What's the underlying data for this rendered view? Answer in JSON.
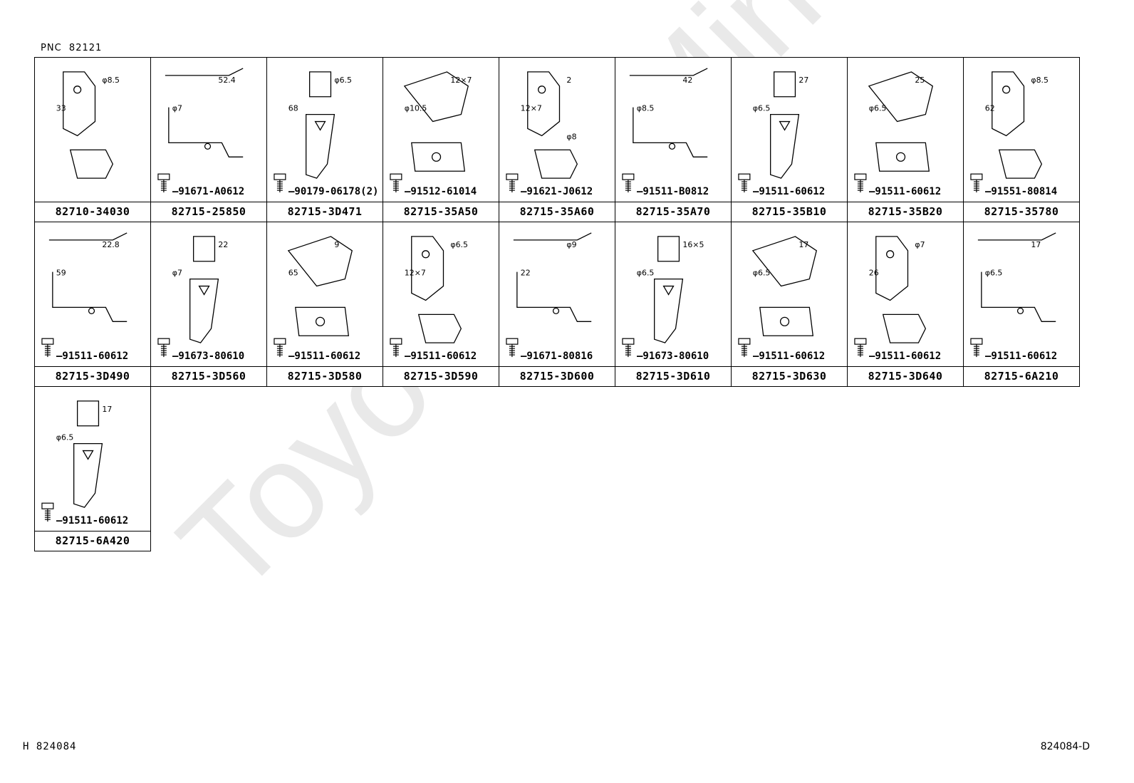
{
  "header": {
    "pnc_label": "PNC",
    "pnc_value": "82121"
  },
  "watermark": "ToyotaCarMine.ru",
  "footer": {
    "left": "H  824084",
    "right": "824084-D"
  },
  "parts": [
    {
      "part_no": "82710-34030",
      "bolt": "",
      "dims": [
        "φ8.5",
        "33"
      ]
    },
    {
      "part_no": "82715-25850",
      "bolt": "91671-A0612",
      "dims": [
        "52.4",
        "φ7"
      ]
    },
    {
      "part_no": "82715-3D471",
      "bolt": "90179-06178(2)",
      "dims": [
        "φ6.5",
        "68"
      ]
    },
    {
      "part_no": "82715-35A50",
      "bolt": "91512-61014",
      "dims": [
        "12×7",
        "φ10.5"
      ]
    },
    {
      "part_no": "82715-35A60",
      "bolt": "91621-J0612",
      "dims": [
        "2",
        "12×7",
        "φ8"
      ]
    },
    {
      "part_no": "82715-35A70",
      "bolt": "91511-B0812",
      "dims": [
        "42",
        "φ8.5"
      ]
    },
    {
      "part_no": "82715-35B10",
      "bolt": "91511-60612",
      "dims": [
        "27",
        "φ6.5"
      ]
    },
    {
      "part_no": "82715-35B20",
      "bolt": "91511-60612",
      "dims": [
        "25",
        "φ6.5"
      ]
    },
    {
      "part_no": "82715-35780",
      "bolt": "91551-80814",
      "dims": [
        "φ8.5",
        "62"
      ]
    },
    {
      "part_no": "82715-3D490",
      "bolt": "91511-60612",
      "dims": [
        "22.8",
        "59"
      ]
    },
    {
      "part_no": "82715-3D560",
      "bolt": "91673-80610",
      "dims": [
        "22",
        "φ7"
      ]
    },
    {
      "part_no": "82715-3D580",
      "bolt": "91511-60612",
      "dims": [
        "9",
        "65"
      ]
    },
    {
      "part_no": "82715-3D590",
      "bolt": "91511-60612",
      "dims": [
        "φ6.5",
        "12×7"
      ]
    },
    {
      "part_no": "82715-3D600",
      "bolt": "91671-80816",
      "dims": [
        "φ9",
        "22"
      ]
    },
    {
      "part_no": "82715-3D610",
      "bolt": "91673-80610",
      "dims": [
        "16×5",
        "φ6.5"
      ]
    },
    {
      "part_no": "82715-3D630",
      "bolt": "91511-60612",
      "dims": [
        "17",
        "φ6.5"
      ]
    },
    {
      "part_no": "82715-3D640",
      "bolt": "91511-60612",
      "dims": [
        "φ7",
        "26"
      ]
    },
    {
      "part_no": "82715-6A210",
      "bolt": "91511-60612",
      "dims": [
        "17",
        "φ6.5"
      ]
    },
    {
      "part_no": "82715-6A420",
      "bolt": "91511-60612",
      "dims": [
        "17",
        "φ6.5"
      ]
    }
  ]
}
